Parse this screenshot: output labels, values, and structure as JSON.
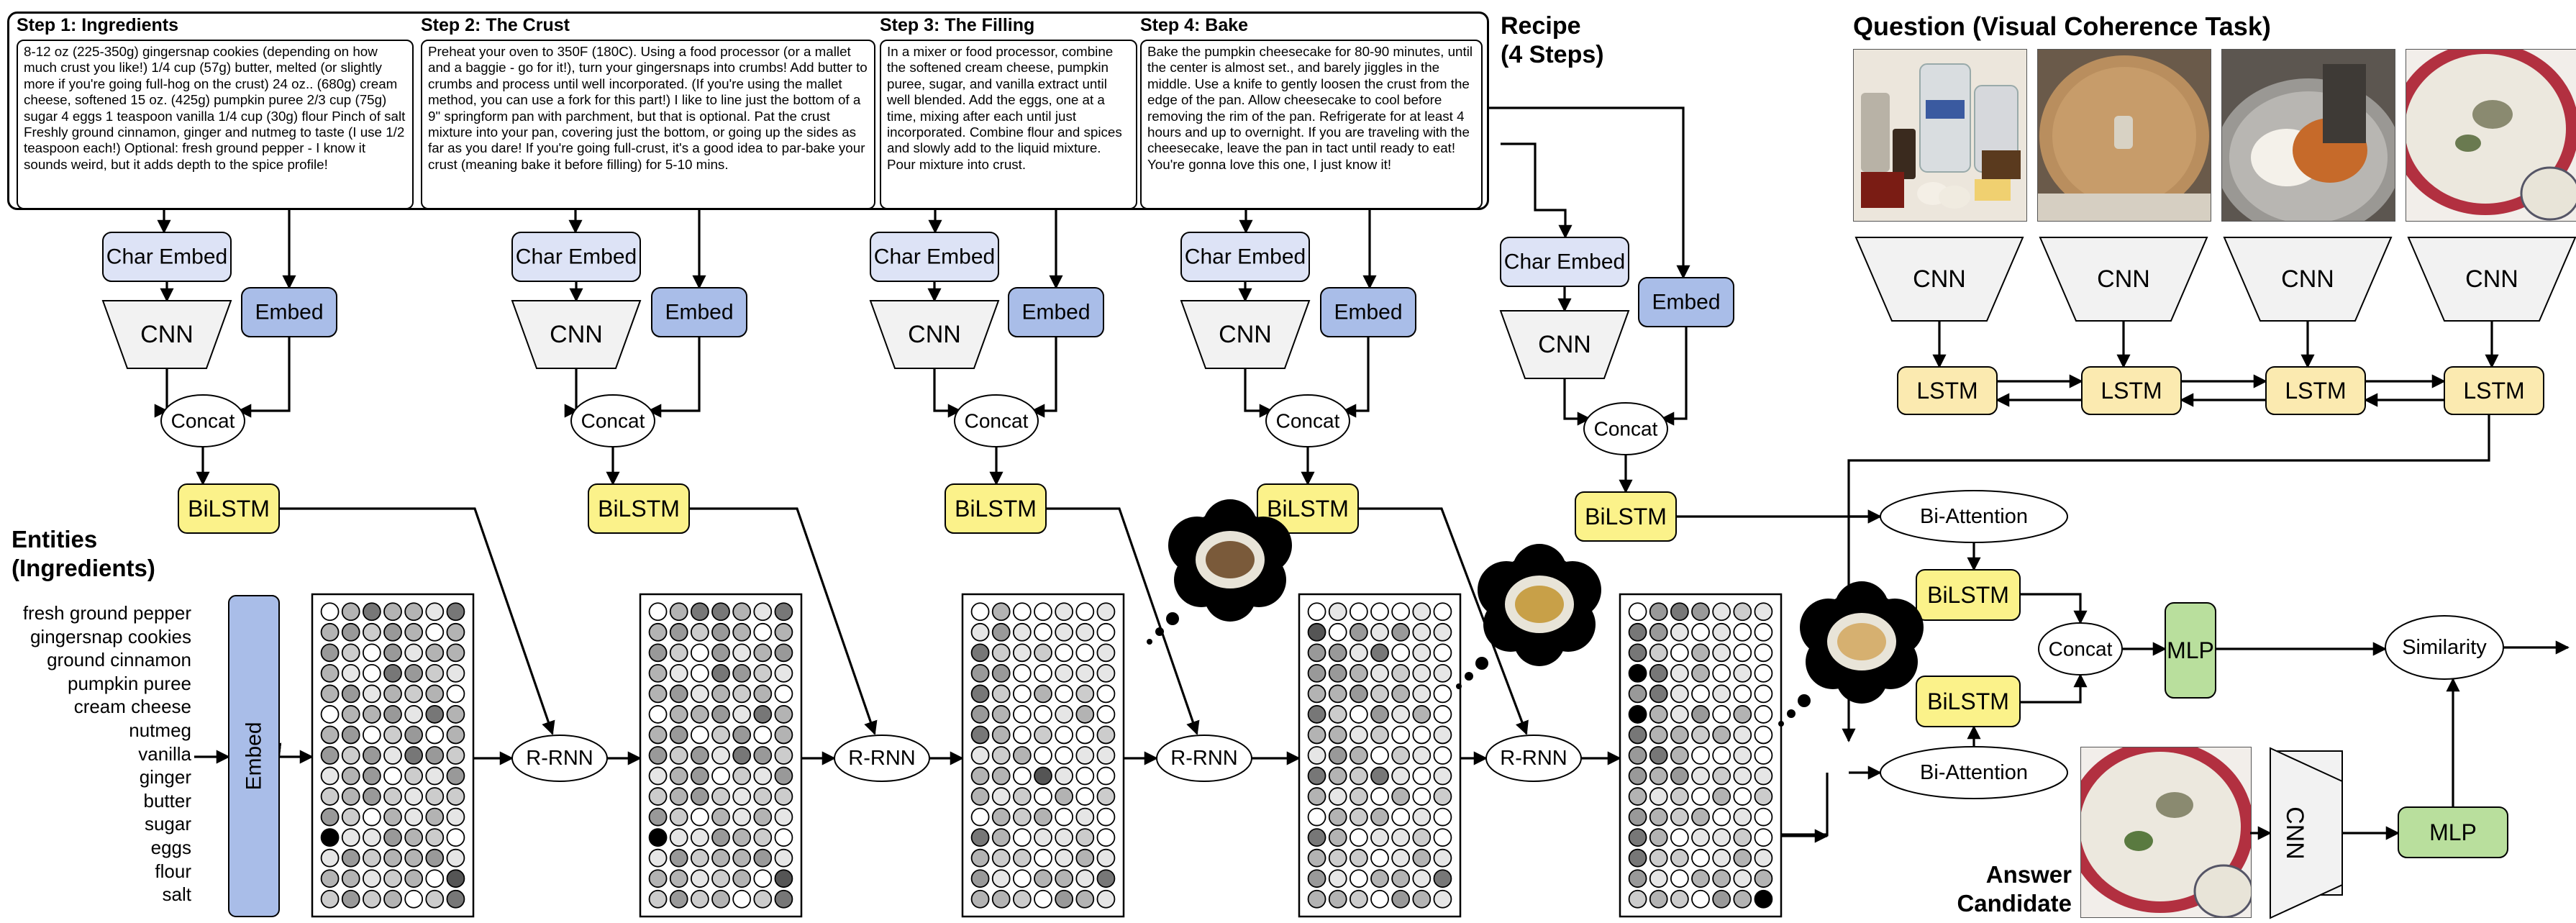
{
  "recipe": {
    "label_line1": "Recipe",
    "label_line2": "(4 Steps)",
    "steps": [
      {
        "title": "Step 1: Ingredients",
        "text": "8-12 oz (225-350g) gingersnap cookies (depending on how much crust you like!) 1/4 cup (57g) butter, melted (or slightly more if you're going full-hog on the crust) 24 oz.. (680g) cream cheese, softened 15 oz. (425g) pumpkin puree 2/3 cup (75g) sugar 4 eggs 1 teaspoon vanilla 1/4 cup (30g) flour Pinch of salt Freshly ground cinnamon, ginger and nutmeg to taste (I use 1/2 teaspoon each!) Optional: fresh ground pepper - I know it sounds weird, but it adds depth to the spice profile!"
      },
      {
        "title": "Step 2: The Crust",
        "text": "Preheat your oven to 350F (180C). Using a food processor (or a mallet and a baggie - go for it!), turn your gingersnaps into crumbs! Add butter to crumbs and process until well incorporated.  (If you're using the mallet method, you can use a fork for this part!) I like to line just the bottom of a 9\" springform pan with parchment, but that is optional.  Pat the crust mixture into your pan, covering just the bottom, or going up the sides as far as you dare! If you're going full-crust, it's a good idea to par-bake your crust (meaning bake it before filling) for 5-10 mins."
      },
      {
        "title": "Step 3: The Filling",
        "text": "In a mixer or food processor, combine the softened cream cheese, pumpkin puree, sugar, and vanilla extract until well blended. Add the eggs, one at a time, mixing after each until just incorporated. Combine flour and spices and slowly add to the liquid mixture. Pour mixture into crust."
      },
      {
        "title": "Step 4: Bake",
        "text": "Bake the pumpkin cheesecake for 80-90 minutes, until the center is almost set., and barely jiggles in the middle. Use a knife to gently loosen the crust from the edge of the pan. Allow cheesecake to cool before removing the rim of the pan.  Refrigerate for at least 4 hours and up to overnight. If you are traveling with the cheesecake, leave the pan in tact until ready to eat! You're gonna love this one, I just know it!"
      }
    ]
  },
  "entities": {
    "label_line1": "Entities",
    "label_line2": "(Ingredients)",
    "items": [
      "fresh ground pepper",
      "gingersnap cookies",
      "ground cinnamon",
      "pumpkin puree",
      "cream cheese",
      "nutmeg",
      "vanilla",
      "ginger",
      "butter",
      "sugar",
      "eggs",
      "flour",
      "salt"
    ]
  },
  "question": {
    "label": "Question (Visual Coherence Task)"
  },
  "answer": {
    "label_line1": "Answer",
    "label_line2": "Candidate"
  },
  "nodes": {
    "char_embed": "Char Embed",
    "embed": "Embed",
    "cnn": "CNN",
    "concat": "Concat",
    "bilstm": "BiLSTM",
    "lstm": "LSTM",
    "rrnn": "R-RNN",
    "bi_attention": "Bi-Attention",
    "mlp": "MLP",
    "similarity": "Similarity"
  },
  "colors": {
    "char_embed": "#dde3f6",
    "embed": "#a9bde8",
    "cnn": "#f2f2f2",
    "bilstm": "#fbf28a",
    "lstm": "#fbeab0",
    "mlp": "#b9df9d",
    "matrix_palette": [
      "#ffffff",
      "#e6e6e6",
      "#cccccc",
      "#b3b3b3",
      "#999999",
      "#777777",
      "#555555",
      "#000000"
    ]
  },
  "memory_matrices": [
    [
      [
        0,
        3,
        5,
        3,
        3,
        1,
        5
      ],
      [
        3,
        4,
        2,
        4,
        3,
        0,
        3
      ],
      [
        4,
        2,
        0,
        4,
        1,
        3,
        3
      ],
      [
        3,
        1,
        0,
        5,
        4,
        2,
        1
      ],
      [
        3,
        4,
        1,
        3,
        2,
        3,
        0
      ],
      [
        0,
        3,
        3,
        4,
        1,
        5,
        3
      ],
      [
        3,
        4,
        0,
        2,
        4,
        0,
        3
      ],
      [
        4,
        2,
        4,
        1,
        5,
        4,
        2
      ],
      [
        1,
        3,
        4,
        0,
        2,
        1,
        4
      ],
      [
        2,
        3,
        4,
        2,
        1,
        2,
        2
      ],
      [
        4,
        2,
        0,
        3,
        1,
        3,
        1
      ],
      [
        7,
        1,
        1,
        4,
        3,
        2,
        0
      ],
      [
        1,
        4,
        2,
        3,
        3,
        4,
        1
      ],
      [
        3,
        3,
        1,
        2,
        3,
        0,
        6
      ],
      [
        2,
        4,
        2,
        3,
        0,
        2,
        5
      ]
    ],
    [
      [
        0,
        3,
        5,
        5,
        3,
        1,
        5
      ],
      [
        3,
        4,
        2,
        4,
        3,
        0,
        3
      ],
      [
        4,
        2,
        0,
        4,
        1,
        3,
        4
      ],
      [
        3,
        1,
        0,
        5,
        4,
        2,
        1
      ],
      [
        3,
        4,
        1,
        3,
        2,
        3,
        0
      ],
      [
        0,
        3,
        3,
        4,
        1,
        5,
        3
      ],
      [
        3,
        4,
        0,
        2,
        4,
        0,
        3
      ],
      [
        4,
        2,
        4,
        1,
        5,
        4,
        2
      ],
      [
        1,
        3,
        4,
        0,
        2,
        1,
        4
      ],
      [
        2,
        3,
        4,
        2,
        1,
        2,
        2
      ],
      [
        4,
        2,
        0,
        3,
        1,
        3,
        1
      ],
      [
        7,
        1,
        1,
        4,
        3,
        2,
        0
      ],
      [
        1,
        4,
        2,
        3,
        3,
        4,
        1
      ],
      [
        3,
        3,
        1,
        2,
        3,
        0,
        6
      ],
      [
        2,
        4,
        2,
        3,
        0,
        2,
        5
      ]
    ],
    [
      [
        0,
        3,
        0,
        0,
        1,
        0,
        1
      ],
      [
        1,
        4,
        1,
        0,
        1,
        1,
        0
      ],
      [
        5,
        2,
        1,
        2,
        0,
        0,
        1
      ],
      [
        4,
        4,
        0,
        0,
        1,
        1,
        1
      ],
      [
        5,
        2,
        0,
        3,
        0,
        2,
        0
      ],
      [
        4,
        3,
        0,
        0,
        1,
        3,
        0
      ],
      [
        5,
        3,
        0,
        2,
        0,
        0,
        2
      ],
      [
        1,
        2,
        3,
        0,
        0,
        1,
        1
      ],
      [
        3,
        3,
        0,
        6,
        1,
        0,
        0
      ],
      [
        3,
        1,
        2,
        0,
        3,
        0,
        2
      ],
      [
        0,
        3,
        2,
        3,
        0,
        1,
        0
      ],
      [
        5,
        3,
        0,
        1,
        1,
        2,
        0
      ],
      [
        3,
        2,
        2,
        0,
        1,
        3,
        1
      ],
      [
        4,
        1,
        0,
        3,
        3,
        1,
        5
      ],
      [
        3,
        3,
        2,
        0,
        4,
        3,
        1
      ]
    ],
    [
      [
        0,
        1,
        0,
        0,
        0,
        1,
        0
      ],
      [
        6,
        0,
        4,
        1,
        4,
        1,
        1
      ],
      [
        4,
        4,
        1,
        5,
        0,
        1,
        0
      ],
      [
        4,
        4,
        3,
        1,
        2,
        1,
        1
      ],
      [
        3,
        3,
        4,
        2,
        3,
        1,
        0
      ],
      [
        5,
        2,
        0,
        4,
        1,
        3,
        0
      ],
      [
        3,
        3,
        1,
        2,
        0,
        0,
        1
      ],
      [
        1,
        4,
        3,
        0,
        2,
        1,
        0
      ],
      [
        5,
        3,
        2,
        5,
        1,
        0,
        1
      ],
      [
        3,
        1,
        2,
        0,
        3,
        0,
        2
      ],
      [
        0,
        3,
        2,
        3,
        0,
        1,
        0
      ],
      [
        5,
        3,
        0,
        1,
        1,
        2,
        0
      ],
      [
        3,
        2,
        2,
        0,
        1,
        3,
        1
      ],
      [
        4,
        1,
        0,
        3,
        3,
        1,
        5
      ],
      [
        3,
        3,
        2,
        0,
        4,
        3,
        1
      ]
    ],
    [
      [
        0,
        4,
        5,
        4,
        1,
        2,
        1
      ],
      [
        5,
        4,
        1,
        0,
        1,
        0,
        0
      ],
      [
        5,
        2,
        0,
        3,
        1,
        0,
        0
      ],
      [
        7,
        5,
        1,
        3,
        0,
        1,
        0
      ],
      [
        4,
        5,
        1,
        0,
        1,
        0,
        0
      ],
      [
        7,
        3,
        1,
        4,
        0,
        3,
        0
      ],
      [
        5,
        3,
        3,
        2,
        3,
        1,
        0
      ],
      [
        4,
        5,
        3,
        0,
        0,
        1,
        0
      ],
      [
        4,
        3,
        4,
        1,
        2,
        1,
        1
      ],
      [
        3,
        1,
        2,
        0,
        3,
        0,
        2
      ],
      [
        4,
        3,
        2,
        3,
        0,
        1,
        0
      ],
      [
        5,
        3,
        0,
        1,
        1,
        2,
        0
      ],
      [
        5,
        2,
        2,
        0,
        1,
        3,
        1
      ],
      [
        4,
        1,
        0,
        3,
        3,
        1,
        3
      ],
      [
        2,
        3,
        2,
        0,
        4,
        3,
        7
      ]
    ]
  ]
}
